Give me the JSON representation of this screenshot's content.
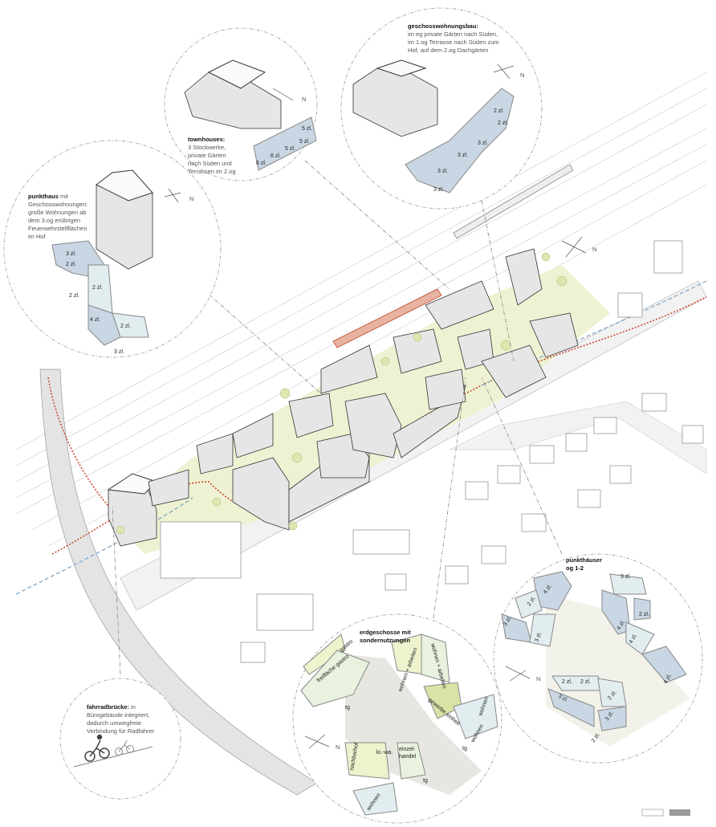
{
  "callouts": {
    "punkthaus": {
      "title": "punkthaus",
      "lines": [
        " mit",
        "Geschosswohnungen:",
        "große Wohnungen ab",
        "dem 3.og erübrigen",
        "Feuerwehrstellflächen",
        "im Hof"
      ],
      "north": "N",
      "units": [
        "3 zl.",
        "2 zl.",
        "2 zl.",
        "2 zl.",
        "4 zl.",
        "2 zl.",
        "3 zl."
      ]
    },
    "townhouses": {
      "title": "townhouses:",
      "lines": [
        "3 Stockwerke,",
        "private Gärten",
        "nach Süden und",
        "Terrassen im 2.og"
      ],
      "north": "N",
      "units": [
        "6 zl.",
        "6 zl.",
        "5 zl.",
        "5 zl.",
        "5 zl."
      ]
    },
    "geschoss": {
      "title": "geschosswohnungsbau:",
      "lines": [
        "im eg private Gärten nach Süden,",
        "im 1.og Terrasse nach Süden zum",
        "Hof, auf dem 2.og Dachgärten"
      ],
      "north": "N",
      "units": [
        "2 zl.",
        "2 zl.",
        "3 zl.",
        "3 zl.",
        "3 zl.",
        "3 zl."
      ]
    },
    "fahrrad": {
      "title": "fahrradbrücke:",
      "lines": [
        " in",
        "Bürogebäude integriert,",
        "dadurch umwegfreie",
        "Verbindung für Radfahrer"
      ]
    },
    "erdgeschoss": {
      "title_lines": [
        "erdgeschosse mit",
        "sondernutzungen"
      ],
      "north": "N",
      "rooms": [
        "freifläche gastro",
        "gastro",
        "tg",
        "wohnen + arbeiten",
        "wohnen + arbeiten",
        "gewerbe einheit",
        "wohnen",
        "tg",
        "nachbarhof",
        "ki.-wa.",
        "einzel-",
        "handel",
        "tg",
        "wohnen",
        "wohnen"
      ]
    },
    "punkthaeuser": {
      "title_lines": [
        "punkthäuser",
        "og 1-2"
      ],
      "north": "N",
      "units": [
        "4 zl.",
        "2 zl.",
        "3 zl.",
        "3 zl.",
        "3 zl.",
        "2 zl.",
        "4 zl.",
        "4 zl.",
        "4 zl.",
        "2 zl.",
        "2 zl.",
        "2 zl.",
        "3 zl.",
        "3 zl.",
        "2 zl."
      ]
    }
  },
  "site": {
    "north": "N"
  },
  "colors": {
    "route_red": "#c8442a",
    "route_blue": "#8fb0cc",
    "green": "#eef2d2",
    "unit_blue": "#c9d6e3"
  }
}
